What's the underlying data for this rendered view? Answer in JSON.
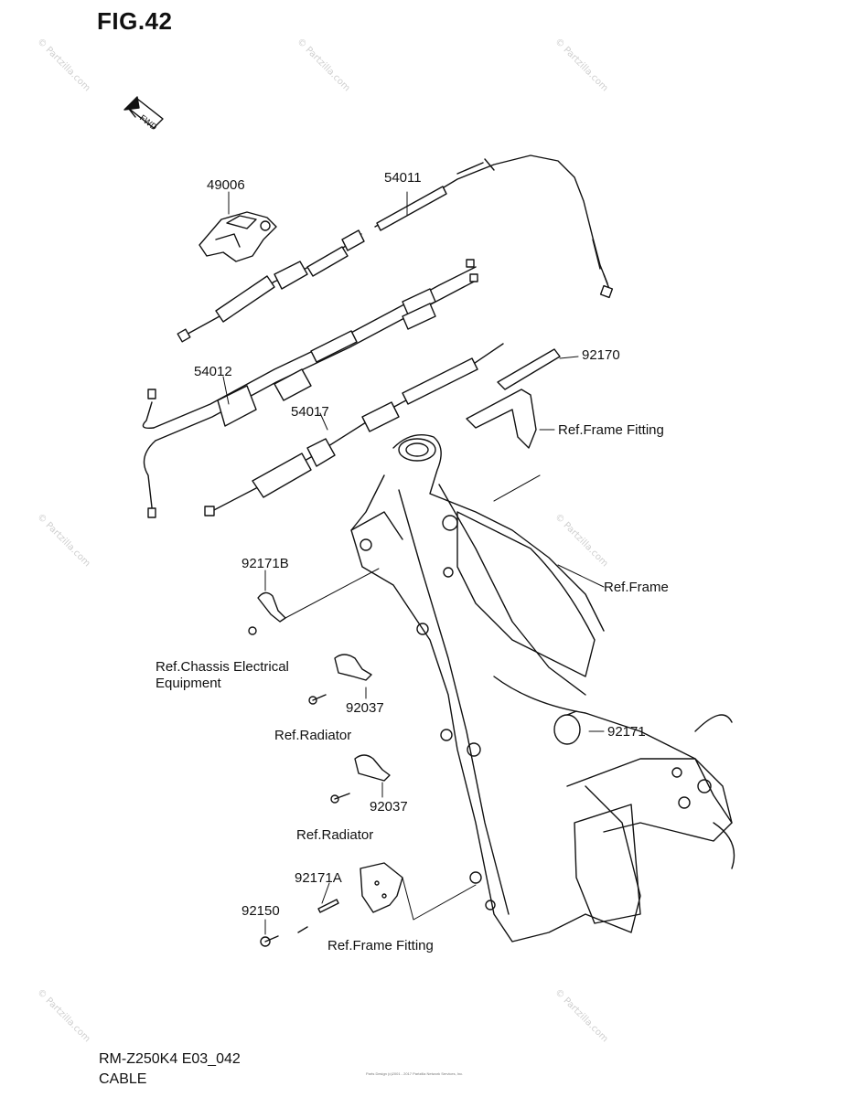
{
  "figure": {
    "title": "FIG.42",
    "code": "RM-Z250K4 E03_042",
    "category": "CABLE",
    "fwd_badge": "FWD",
    "small_print": "Parts Design (c)2001 - 2017 Partzilla Network Services, Inc."
  },
  "watermark": "© Partzilla.com",
  "callouts": [
    {
      "id": "49006",
      "text": "49006"
    },
    {
      "id": "54011",
      "text": "54011"
    },
    {
      "id": "92170",
      "text": "92170"
    },
    {
      "id": "54012",
      "text": "54012"
    },
    {
      "id": "54017",
      "text": "54017"
    },
    {
      "id": "ref-frame-fitting-top",
      "text": "Ref.Frame Fitting"
    },
    {
      "id": "ref-frame",
      "text": "Ref.Frame"
    },
    {
      "id": "92171B",
      "text": "92171B"
    },
    {
      "id": "ref-chassis-1",
      "text": "Ref.Chassis Electrical"
    },
    {
      "id": "ref-chassis-2",
      "text": "Equipment"
    },
    {
      "id": "92037-a",
      "text": "92037"
    },
    {
      "id": "ref-radiator-a",
      "text": "Ref.Radiator"
    },
    {
      "id": "92171",
      "text": "92171"
    },
    {
      "id": "92037-b",
      "text": "92037"
    },
    {
      "id": "ref-radiator-b",
      "text": "Ref.Radiator"
    },
    {
      "id": "92171A",
      "text": "92171A"
    },
    {
      "id": "92150",
      "text": "92150"
    },
    {
      "id": "ref-frame-fitting-bottom",
      "text": "Ref.Frame Fitting"
    }
  ]
}
